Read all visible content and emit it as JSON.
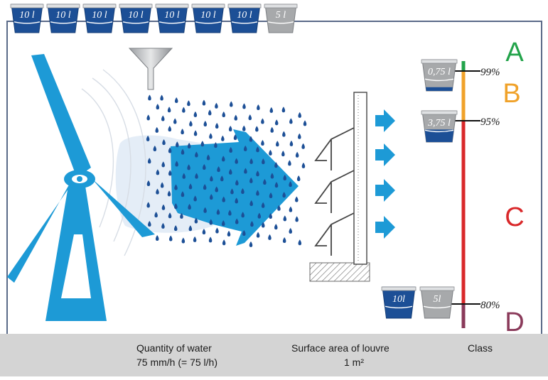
{
  "top_buckets": [
    {
      "label": "10 l",
      "kind": "full"
    },
    {
      "label": "10 l",
      "kind": "full"
    },
    {
      "label": "10 l",
      "kind": "full"
    },
    {
      "label": "10 l",
      "kind": "full"
    },
    {
      "label": "10 l",
      "kind": "full"
    },
    {
      "label": "10 l",
      "kind": "full"
    },
    {
      "label": "10 l",
      "kind": "full"
    },
    {
      "label": "5 l",
      "kind": "grey"
    }
  ],
  "scale": {
    "classes": [
      "A",
      "B",
      "C",
      "D"
    ],
    "thresholds": [
      "99%",
      "95%",
      "80%"
    ],
    "class_colors": {
      "A": "#22a34a",
      "B": "#f0a22a",
      "C": "#d9282a",
      "D": "#8a3a5a"
    }
  },
  "side_buckets": [
    {
      "label": "0,75 l",
      "fill": 0.12
    },
    {
      "label": "3,75 l",
      "fill": 0.4
    }
  ],
  "bottom_buckets": [
    {
      "label": "10l",
      "kind": "full"
    },
    {
      "label": "5l",
      "kind": "grey"
    }
  ],
  "footer": {
    "water_title": "Quantity of water",
    "water_value": "75 mm/h (= 75 l/h)",
    "surface_title": "Surface area of louvre",
    "surface_value": "1 m²",
    "class_title": "Class"
  },
  "colors": {
    "water_blue": "#1d9ad6",
    "bucket_blue": "#1c4f96",
    "bucket_grey": "#a7a9ab",
    "frame": "#5a6a88"
  }
}
